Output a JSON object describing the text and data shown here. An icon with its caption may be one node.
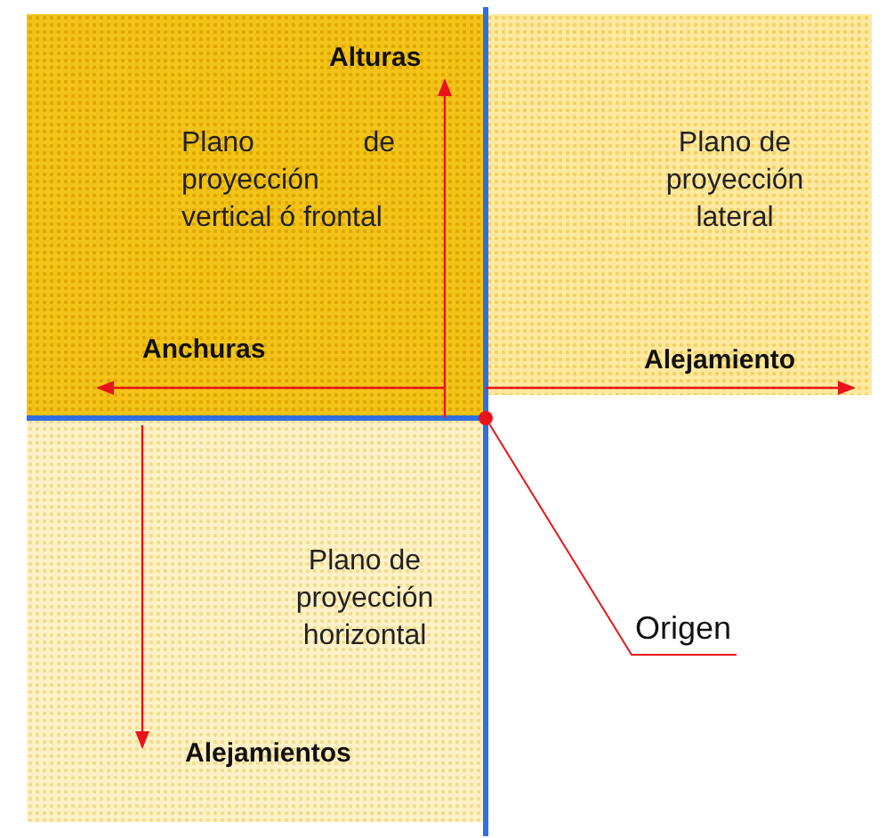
{
  "diagram": {
    "nodes": [
      {
        "text": [
          "Plano de proyección vertical ó frontal"
        ]
      },
      {
        "text": [
          "Plano de proyección lateral"
        ]
      },
      {
        "text": [
          "Plano de proyección horizontal"
        ]
      },
      {
        "text": [
          "Origen"
        ]
      },
      {
        "text": [],
        "shape": "circle"
      }
    ],
    "edges": [
      {
        "from": 3,
        "to": 4,
        "arrow": "none"
      }
    ],
    "labels": [
      "Alturas",
      "Anchuras",
      "Alejamiento",
      "Alejamientos"
    ]
  }
}
